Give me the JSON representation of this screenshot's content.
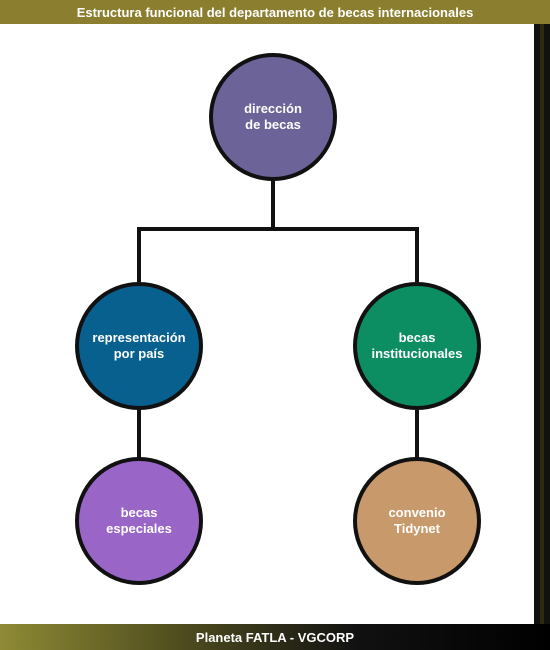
{
  "header": {
    "title": "Estructura funcional del departamento de becas internacionales"
  },
  "footer": {
    "text": "Planeta FATLA - VGCORP"
  },
  "nodes": {
    "direccion": {
      "line1": "dirección",
      "line2": "de becas",
      "color": "#6c6499"
    },
    "representacion": {
      "line1": "representación",
      "line2": "por país",
      "color": "#08608f"
    },
    "institucionales": {
      "line1": "becas",
      "line2": "institucionales",
      "color": "#0c8d62"
    },
    "especiales": {
      "line1": "becas",
      "line2": "especiales",
      "color": "#9966c8"
    },
    "tidynet": {
      "line1": "convenio",
      "line2": "Tidynet",
      "color": "#c8996a"
    }
  }
}
